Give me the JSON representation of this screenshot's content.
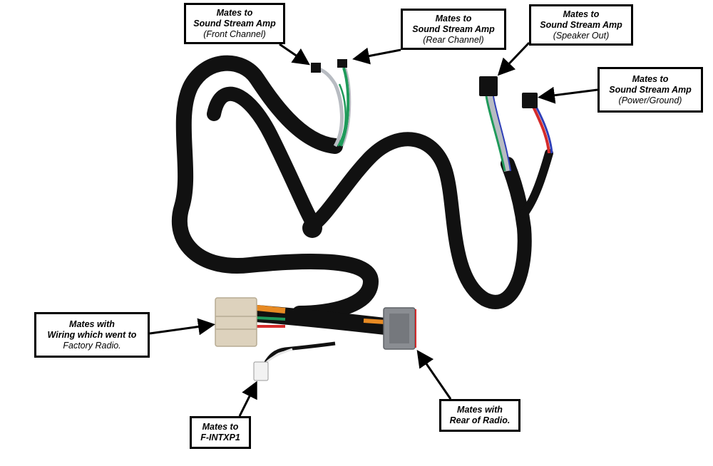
{
  "callouts": {
    "front": {
      "line1": "Mates to",
      "line2": "Sound Stream Amp",
      "line3": "(Front Channel)"
    },
    "rear": {
      "line1": "Mates to",
      "line2": "Sound Stream Amp",
      "line3": "(Rear Channel)"
    },
    "speaker": {
      "line1": "Mates to",
      "line2": "Sound Stream Amp",
      "line3": "(Speaker Out)"
    },
    "power": {
      "line1": "Mates to",
      "line2": "Sound Stream Amp",
      "line3": "(Power/Ground)"
    },
    "factory": {
      "line1": "Mates with",
      "line2": "Wiring which went to",
      "line3": "Factory Radio."
    },
    "fintx": {
      "line1": "Mates to",
      "line2": "F-INTXP1"
    },
    "rear_radio": {
      "line1": "Mates with",
      "line2": "Rear of Radio."
    }
  },
  "colors": {
    "harness": "#111111",
    "tan_connector": "#ddd2bd",
    "gray_connector": "#8a8d92",
    "wire_green": "#1f9a5a",
    "wire_gray": "#b8bcc2",
    "wire_red": "#d42b2b",
    "wire_blue": "#2f3fb8",
    "wire_orange": "#e78a23"
  }
}
